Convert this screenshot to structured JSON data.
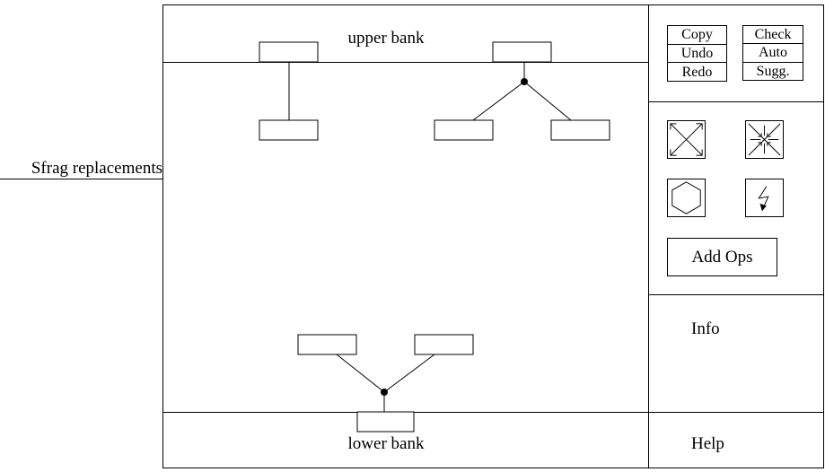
{
  "side_label": "Sfrag replacements",
  "canvas": {
    "upper_bank_label": "upper bank",
    "lower_bank_label": "lower bank"
  },
  "panel": {
    "edit_buttons": [
      "Copy",
      "Undo",
      "Redo"
    ],
    "check_buttons": [
      "Check",
      "Auto",
      "Sugg."
    ],
    "tools": [
      {
        "name": "expand-arrows-icon"
      },
      {
        "name": "contract-arrows-icon"
      },
      {
        "name": "hexagon-icon"
      },
      {
        "name": "lightning-icon"
      }
    ],
    "add_ops_label": "Add Ops",
    "info_label": "Info",
    "help_label": "Help"
  }
}
